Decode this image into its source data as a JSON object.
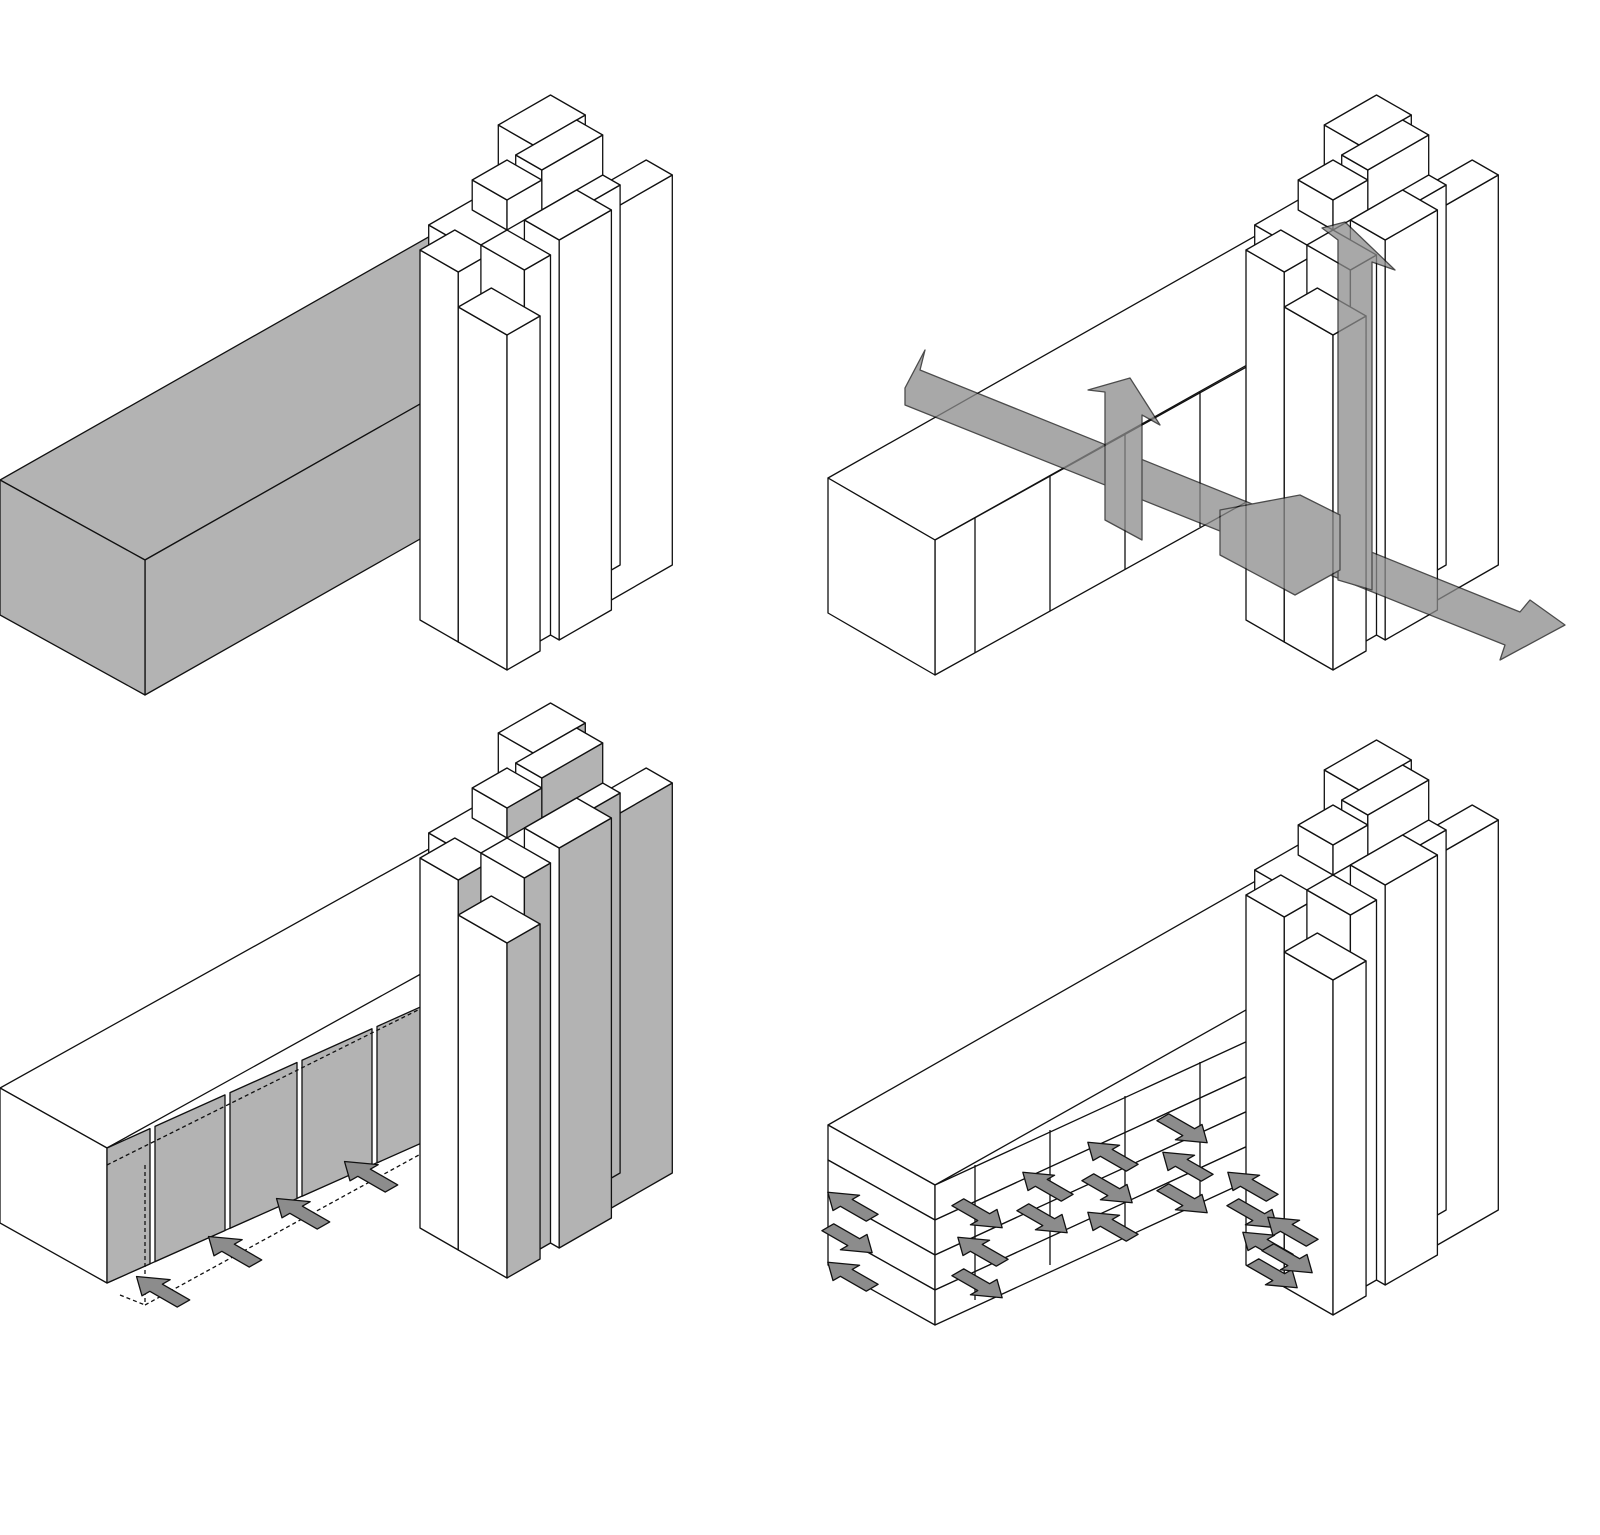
{
  "diagram": {
    "panels": [
      {
        "id": "massing-slab-and-tower"
      },
      {
        "id": "circulation-axes"
      },
      {
        "id": "facade-panels-and-entries"
      },
      {
        "id": "stacked-layers-movement"
      }
    ]
  },
  "colors": {
    "background": "#ffffff",
    "line": "#111111",
    "fill_white": "#ffffff",
    "fill_gray": "#b3b3b3",
    "arrow_gray": "#8c8c8c"
  }
}
